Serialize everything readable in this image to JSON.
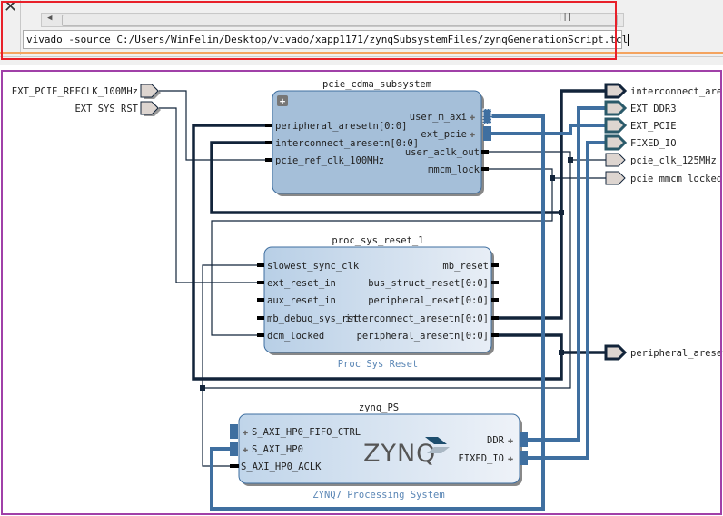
{
  "console": {
    "close_icon": "close-icon",
    "command": "vivado -source C:/Users/WinFelin/Desktop/vivado/xapp1171/zynqSubsystemFiles/zynqGenerationScript.tcl"
  },
  "diagram": {
    "colors": {
      "block_fill": "#a5bfd9",
      "block_fill_light": "#d5e3f1",
      "bus": "#3f6fa0",
      "net": "#12243a",
      "port_fill": "#ddd5d0",
      "subtitle": "#5a86b5"
    },
    "external_inputs": [
      "EXT_PCIE_REFCLK_100MHz",
      "EXT_SYS_RST"
    ],
    "external_outputs": [
      "interconnect_aresetn",
      "EXT_DDR3",
      "EXT_PCIE",
      "FIXED_IO",
      "pcie_clk_125MHz",
      "pcie_mmcm_locked",
      "peripheral_aresetn"
    ],
    "pcie_cdma": {
      "title": "pcie_cdma_subsystem",
      "inputs": [
        "peripheral_aresetn[0:0]",
        "interconnect_aresetn[0:0]",
        "pcie_ref_clk_100MHz"
      ],
      "outputs": [
        "user_m_axi",
        "ext_pcie",
        "user_aclk_out",
        "mmcm_lock"
      ]
    },
    "proc_sys_reset": {
      "title": "proc_sys_reset_1",
      "subtitle": "Proc Sys Reset",
      "inputs": [
        "slowest_sync_clk",
        "ext_reset_in",
        "aux_reset_in",
        "mb_debug_sys_rst",
        "dcm_locked"
      ],
      "outputs": [
        "mb_reset",
        "bus_struct_reset[0:0]",
        "peripheral_reset[0:0]",
        "interconnect_aresetn[0:0]",
        "peripheral_aresetn[0:0]"
      ]
    },
    "zynq": {
      "title": "zynq_PS",
      "subtitle": "ZYNQ7 Processing System",
      "logo": "ZYNQ",
      "inputs": [
        "S_AXI_HP0_FIFO_CTRL",
        "S_AXI_HP0",
        "S_AXI_HP0_ACLK"
      ],
      "outputs": [
        "DDR",
        "FIXED_IO"
      ]
    }
  }
}
